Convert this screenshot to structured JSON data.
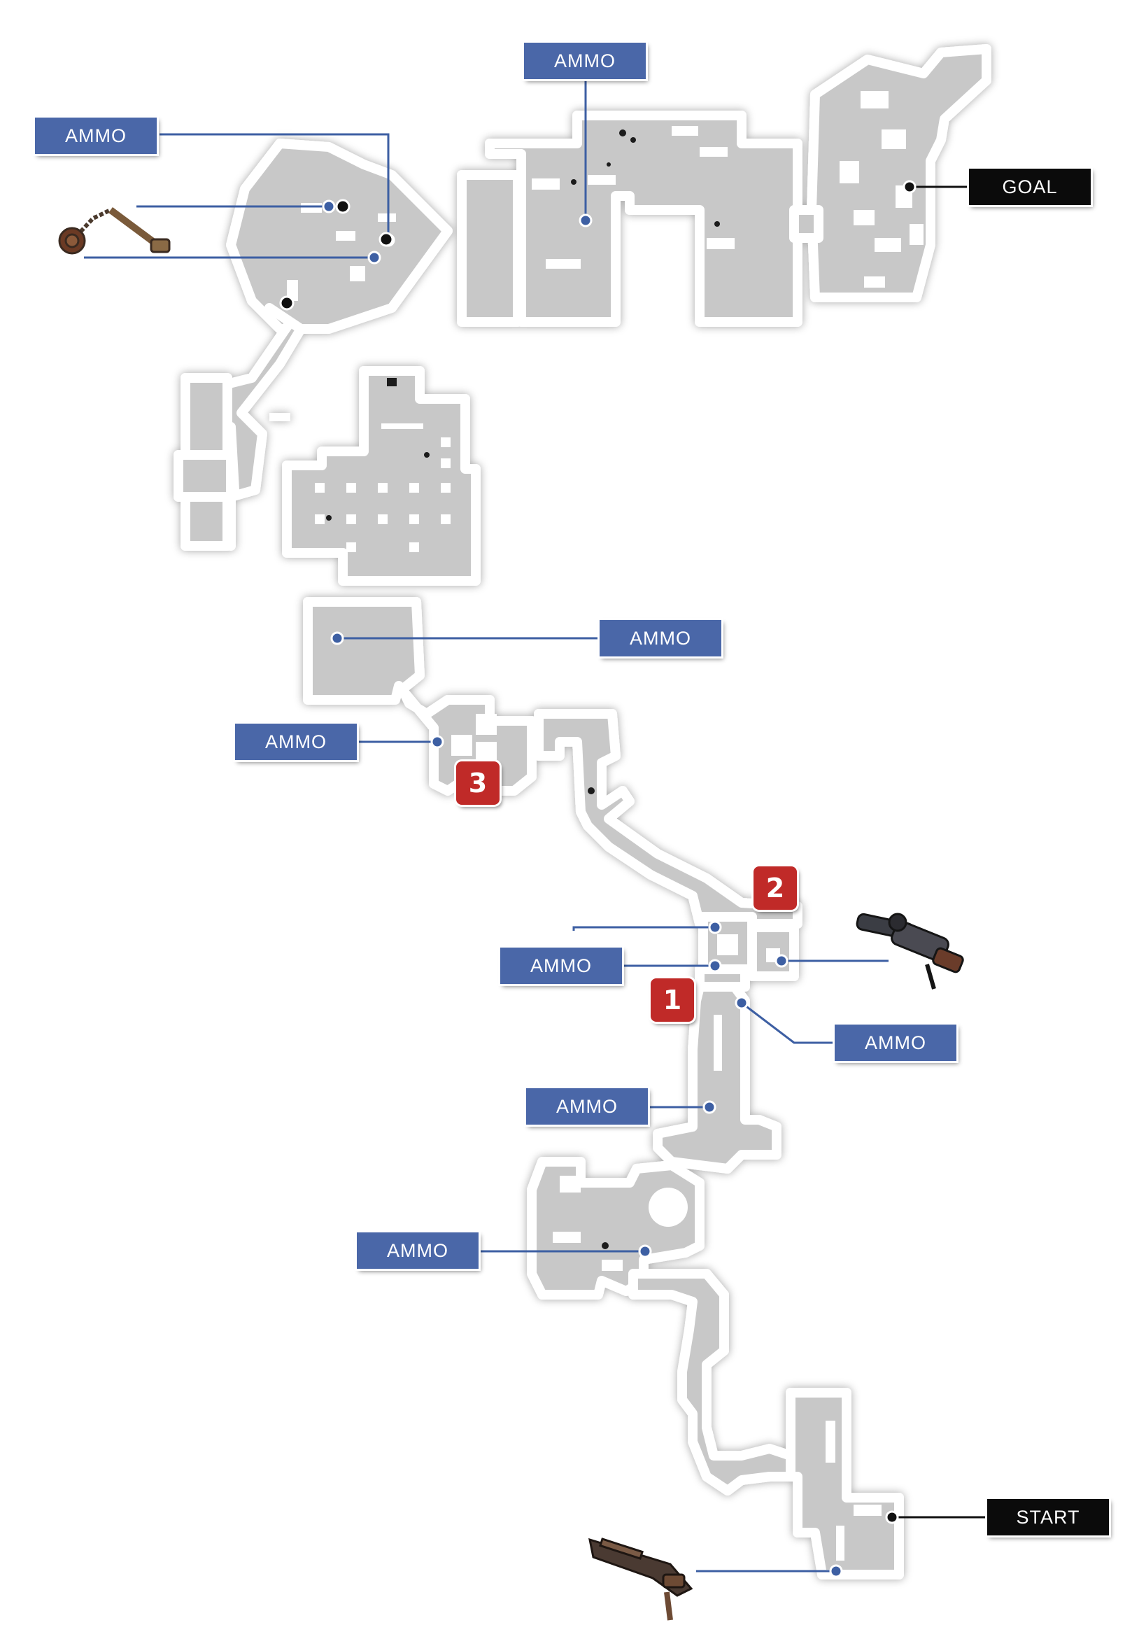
{
  "labels": {
    "ammo": "AMMO",
    "goal": "GOAL",
    "start": "START"
  },
  "markers": [
    "1",
    "2",
    "3"
  ],
  "icons": {
    "flail_weapon": "flail-weapon-icon",
    "turret_weapon": "turret-weapon-icon",
    "shotgun_weapon": "shotgun-weapon-icon"
  },
  "colors": {
    "ammo_label": "#4a67a8",
    "objective_label": "#0b0b0b",
    "checkpoint_marker": "#c02a28",
    "leader_line": "#3d5fa3",
    "floor": "#c8c8c8"
  }
}
